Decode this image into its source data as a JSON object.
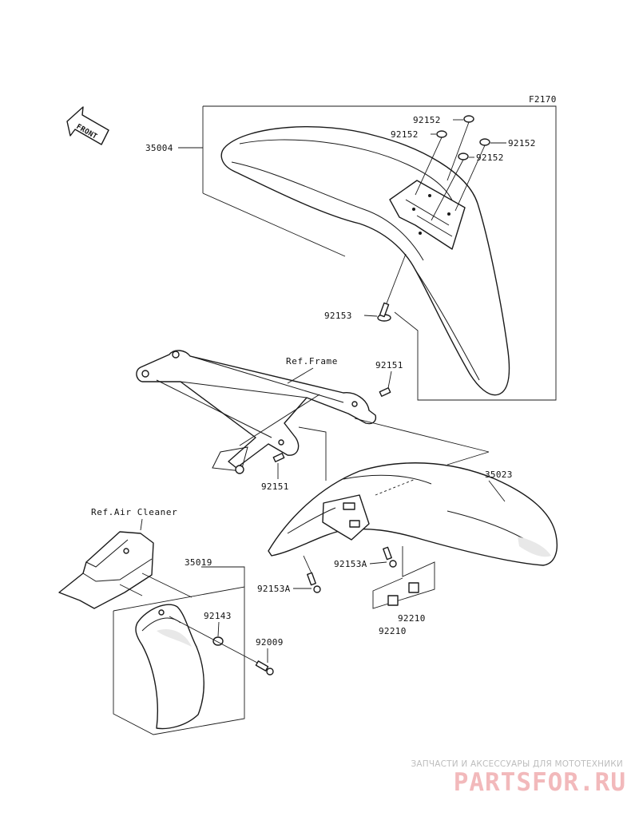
{
  "diagram_code": "F2170",
  "front_label": "FRONT",
  "references": {
    "frame": "Ref.Frame",
    "air_cleaner": "Ref.Air Cleaner"
  },
  "parts": {
    "front_fender": "35004",
    "rear_fender": "35023",
    "mud_guard": "35019",
    "washer_a": "92152",
    "washer_b": "92152",
    "washer_c": "92152",
    "washer_d": "92152",
    "front_bolt": "92153",
    "frame_bolt_top": "92151",
    "frame_bolt_mid": "92151",
    "rear_bolt_left": "92153A",
    "rear_bolt_right": "92153A",
    "nut_left": "92210",
    "nut_right": "92210",
    "guard_washer": "92143",
    "guard_bolt": "92009"
  },
  "watermark": {
    "caption": "ЗАПЧАСТИ И АКСЕССУАРЫ ДЛЯ МОТОТЕХНИКИ",
    "logo": "PARTSFOR.RU"
  },
  "colors": {
    "line": "#1a1a1a",
    "watermark_caption": "#bdbdbd",
    "watermark_logo": "#f2b9bb"
  }
}
